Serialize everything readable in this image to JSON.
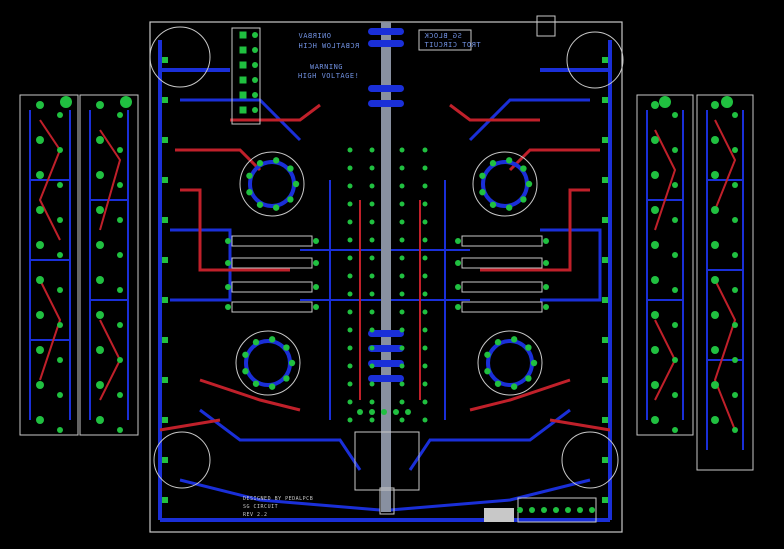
{
  "window": {
    "title": "PCB layout view"
  },
  "board": {
    "warning_line1": "WARNING",
    "warning_line2": "HIGH VOLTAGE!",
    "mirrored_line1": "ONIRBAV",
    "mirrored_line2": "RCBATLOW HCIH",
    "silk_label_1": "SG_BLOCK",
    "silk_label_2": "TROT CIRCUIT",
    "credit_line1": "DESIGNED BY PEDALPCB",
    "credit_line2": "SG CIRCUIT",
    "credit_line3": "REV 2.2"
  },
  "colors": {
    "background": "#000000",
    "top_copper": "#c0202a",
    "bottom_copper": "#1a2fd8",
    "pads": "#20c040",
    "silk": "#c8c8c8",
    "center_strip": "#8890a0"
  }
}
